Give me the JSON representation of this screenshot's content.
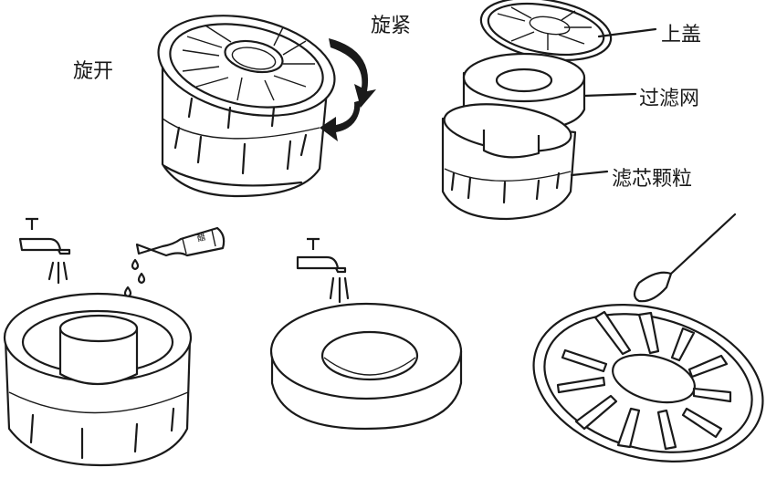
{
  "labels": {
    "open": "旋开",
    "tighten": "旋紧",
    "top_cover": "上盖",
    "filter_mesh": "过滤网",
    "filter_granules": "滤芯颗粒"
  },
  "bottle_label": "醋",
  "colors": {
    "line": "#1a1a1a",
    "background": "#ffffff"
  }
}
